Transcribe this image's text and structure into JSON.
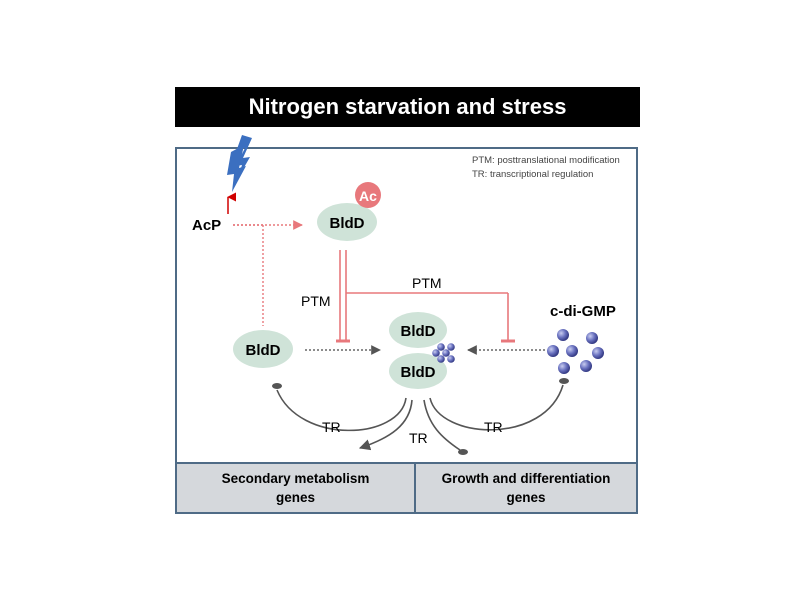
{
  "title": "Nitrogen starvation and stress",
  "legend": {
    "ptm": "PTM: posttranslational modification",
    "tr": "TR: transcriptional regulation"
  },
  "nodes": {
    "acp": "AcP",
    "bldd_acetylated": "BldD",
    "ac_badge": "Ac",
    "bldd_free": "BldD",
    "bldd_dimer_top": "BldD",
    "bldd_dimer_bottom": "BldD",
    "cdigmp": "c-di-GMP"
  },
  "edge_labels": {
    "ptm_left": "PTM",
    "ptm_top": "PTM",
    "tr_left": "TR",
    "tr_middle": "TR",
    "tr_right": "TR"
  },
  "footer": {
    "left_line1": "Secondary metabolism",
    "left_line2": "genes",
    "right_line1": "Growth and differentiation",
    "right_line2": "genes"
  },
  "colors": {
    "title_bg": "#000000",
    "frame_border": "#4f6b86",
    "footer_bg": "#d5d8dc",
    "protein_fill": "#cfe3d8",
    "ac_badge": "#e8787c",
    "inhibition_red": "#e8787c",
    "molecule_blue": "#5b64b0",
    "arrow_gray": "#555555",
    "lightning_blue": "#3b6fc0"
  }
}
